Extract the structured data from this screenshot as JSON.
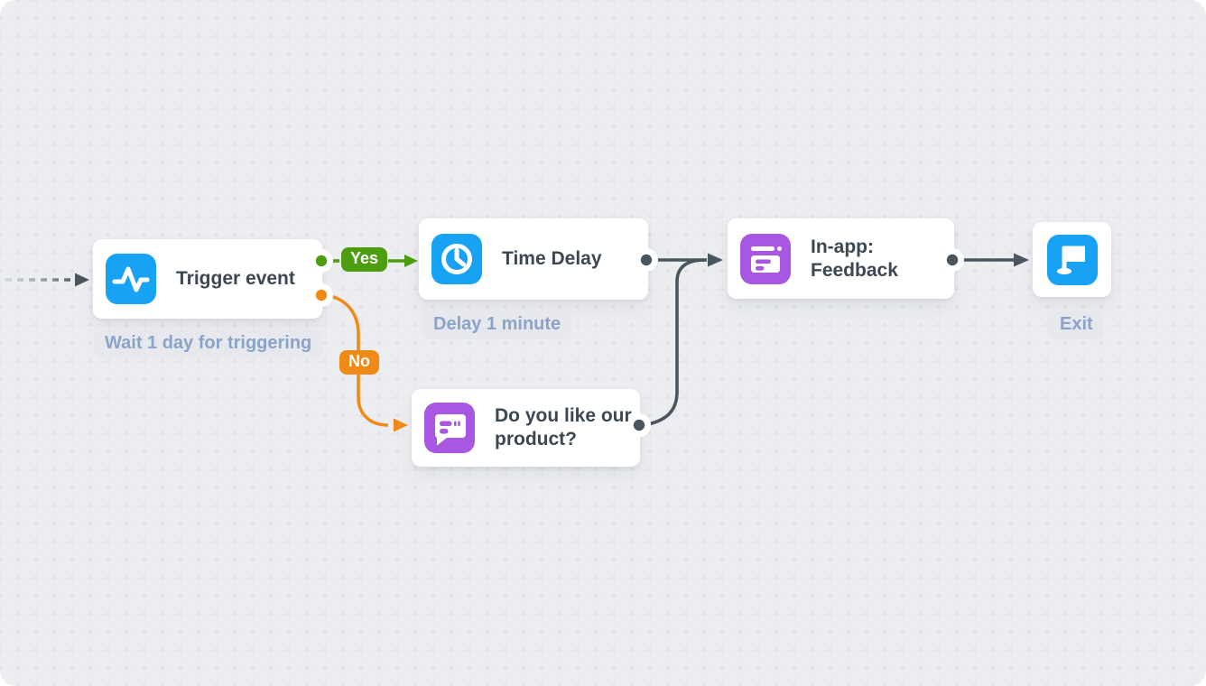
{
  "flow": {
    "nodes": [
      {
        "title": "Trigger event",
        "note": "Wait 1 day for triggering",
        "icon": "activity-icon"
      },
      {
        "title": "Time Delay",
        "note": "Delay 1 minute",
        "icon": "clock-icon"
      },
      {
        "title": "Do you like our product?",
        "icon": "chat-message-icon"
      },
      {
        "title": "In-app: Feedback",
        "icon": "in-app-window-icon"
      },
      {
        "title": "",
        "note": "Exit",
        "icon": "flag-icon"
      }
    ],
    "branch_labels": {
      "yes": "Yes",
      "no": "No"
    },
    "colors": {
      "canvas_bg": "#ecedf1",
      "node_bg": "#ffffff",
      "icon_blue": "#17a2f3",
      "icon_purple": "#a757e1",
      "branch_yes_green": "#4e9d11",
      "branch_no_orange": "#f08a16",
      "connector_dark": "#4a5560",
      "title_text": "#3d4752",
      "note_text": "#8aa3c8",
      "note_bg": "#e6e8ed"
    }
  }
}
